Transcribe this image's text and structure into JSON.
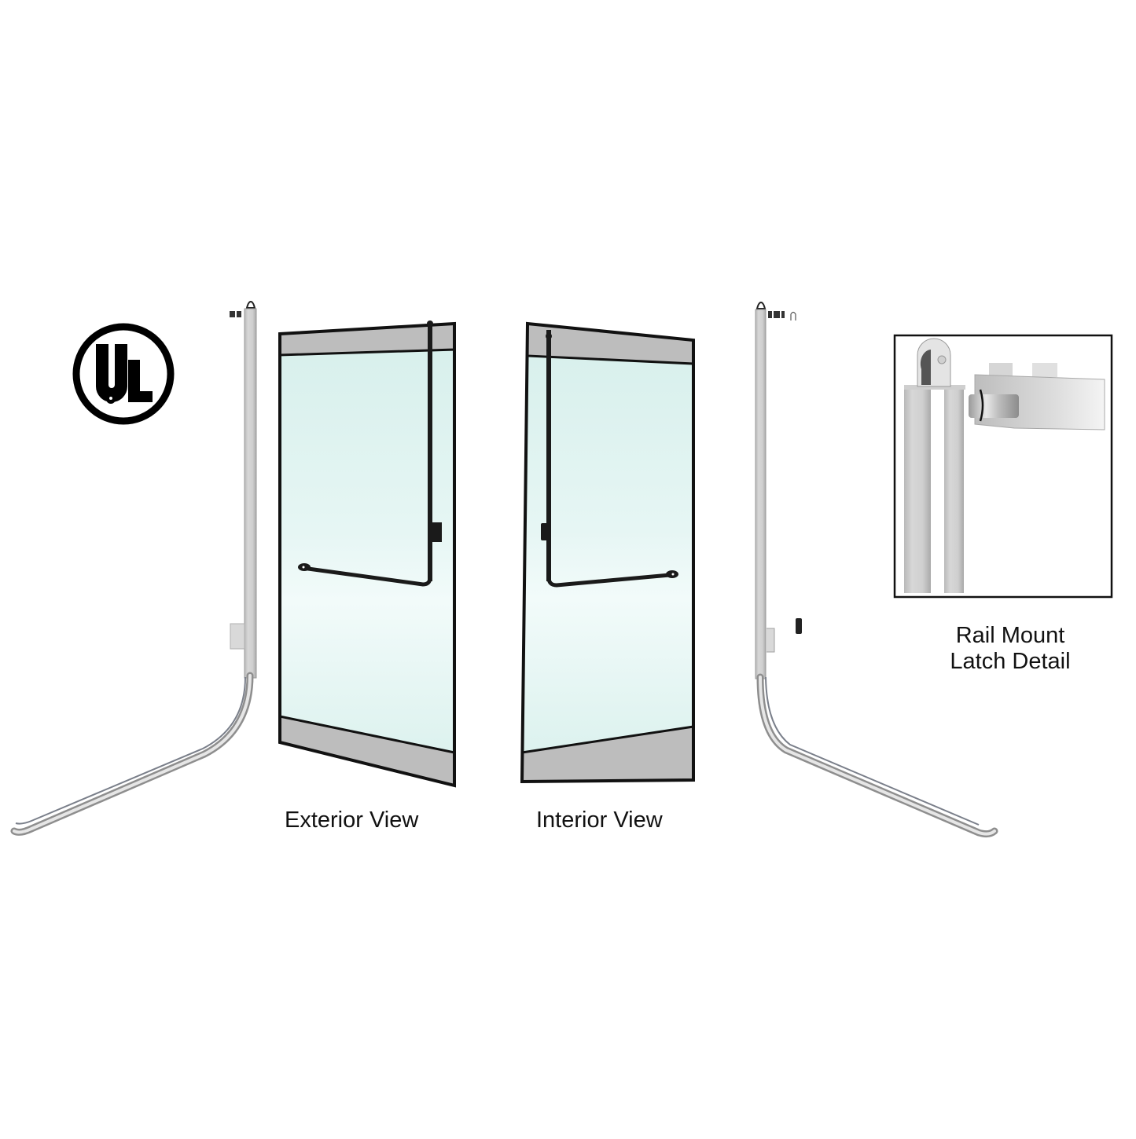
{
  "figure": {
    "description": "Glass door panic exit device with floor rail assemblies",
    "background_color": "#ffffff"
  },
  "certification_logo": {
    "icon": "ul-listed-icon",
    "letters": "UL",
    "color": "#000000"
  },
  "views": [
    {
      "id": "exterior",
      "label": "Exterior View"
    },
    {
      "id": "interior",
      "label": "Interior View"
    }
  ],
  "detail_inset": {
    "title_line1": "Rail Mount",
    "title_line2": "Latch Detail",
    "border_color": "#111111"
  },
  "colors": {
    "glass": "#d9f1ee",
    "glass_light": "#eef9f7",
    "rail_panel": "#bdbdbd",
    "frame": "#111111",
    "chrome": "#c8c8c8",
    "push_bar": "#1a1a1a"
  }
}
